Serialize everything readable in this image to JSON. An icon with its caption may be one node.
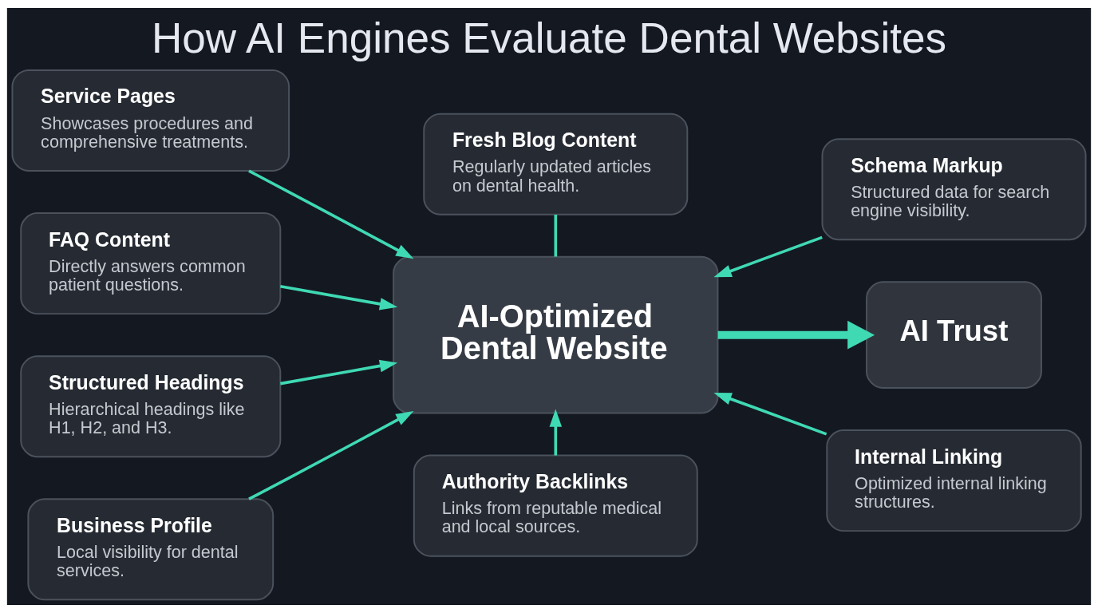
{
  "diagram": {
    "title": "How AI Engines Evaluate Dental Websites",
    "nodes": [
      {
        "text": [
          "Service Pages",
          "Showcases procedures and comprehensive treatments."
        ]
      },
      {
        "text": [
          "Fresh Blog Content",
          "Regularly updated articles on dental health."
        ]
      },
      {
        "text": [
          "Schema Markup",
          "Structured data for search engine visibility."
        ]
      },
      {
        "text": [
          "FAQ Content",
          "Directly answers common patient questions."
        ]
      },
      {
        "text": [
          "AI-Optimized Dental Website"
        ]
      },
      {
        "text": [
          "AI Trust"
        ]
      },
      {
        "text": [
          "Structured Headings",
          "Hierarchical headings like H1, H2, and H3."
        ]
      },
      {
        "text": [
          "Business Profile",
          "Local visibility for dental services."
        ]
      },
      {
        "text": [
          "Authority Backlinks",
          "Links from reputable medical and local sources."
        ]
      },
      {
        "text": [
          "Internal Linking",
          "Optimized internal linking structures."
        ]
      }
    ],
    "edges": [
      {
        "from": 0,
        "to": 4,
        "arrow": "to"
      },
      {
        "from": 1,
        "to": 4,
        "arrow": "none"
      },
      {
        "from": 2,
        "to": 4,
        "arrow": "to"
      },
      {
        "from": 3,
        "to": 4,
        "arrow": "to"
      },
      {
        "from": 6,
        "to": 4,
        "arrow": "to"
      },
      {
        "from": 7,
        "to": 4,
        "arrow": "to"
      },
      {
        "from": 8,
        "to": 4,
        "arrow": "to"
      },
      {
        "from": 9,
        "to": 4,
        "arrow": "to"
      },
      {
        "from": 4,
        "to": 5,
        "arrow": "to",
        "style": "thick"
      }
    ]
  }
}
